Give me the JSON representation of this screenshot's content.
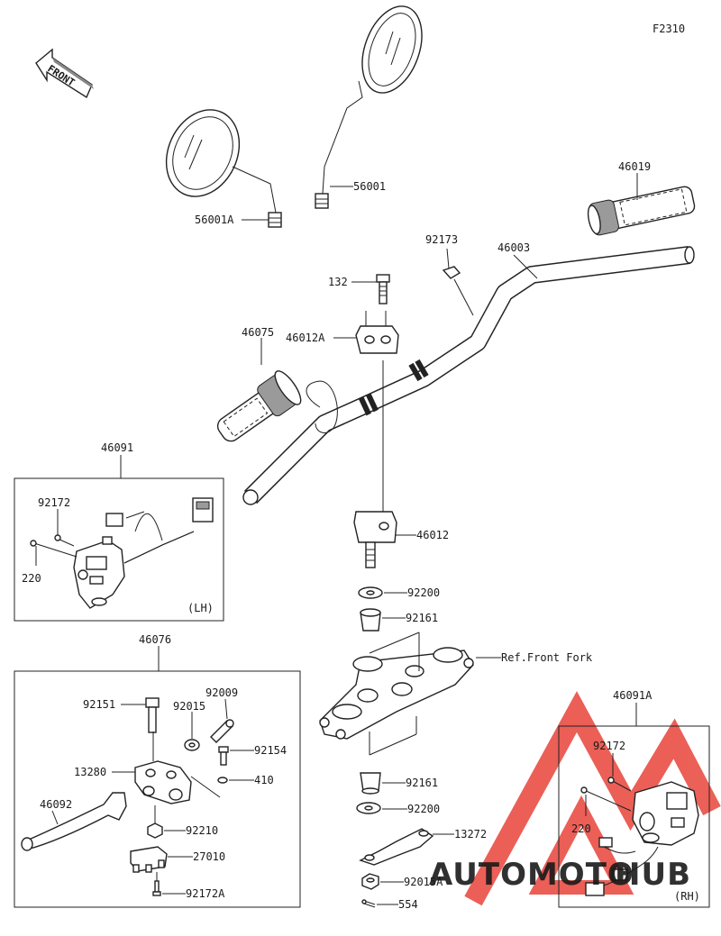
{
  "figure_code": "F2310",
  "front_label": "FRONT",
  "parts": {
    "mirror_left": "56001A",
    "mirror_right": "56001",
    "grip_right": "46019",
    "cable_clip": "92173",
    "handlebar": "46003",
    "bolt": "132",
    "holder_upper": "46012A",
    "grip_left": "46075",
    "holder_lower": "46012",
    "washer_upper": "92200",
    "damper_upper": "92161",
    "damper_lower": "92161",
    "washer_lower": "92200",
    "plate": "13272",
    "nut": "92015A",
    "cotter_pin": "554",
    "ref_front_fork": "Ref.Front Fork",
    "switch_lh_assy": "46091",
    "switch_lh_screw": "92172",
    "switch_lh_bolt": "220",
    "switch_lh_side": "(LH)",
    "lever_assy": "46076",
    "lever_bolt": "92151",
    "lever_bushing": "92015",
    "lever_adjuster": "92009",
    "lever_screw": "92154",
    "lever_holder": "13280",
    "lever_washer": "410",
    "lever": "46092",
    "lever_nut": "92210",
    "stop_switch": "27010",
    "stop_switch_screw": "92172A",
    "switch_rh_assy": "46091A",
    "switch_rh_screw": "92172",
    "switch_rh_bolt": "220",
    "switch_rh_side": "(RH)"
  },
  "watermark": {
    "brand_left": "AUTOMOTO",
    "brand_right": "HUB",
    "color_main": "#e8443a",
    "color_accent": "#f2b51c"
  }
}
